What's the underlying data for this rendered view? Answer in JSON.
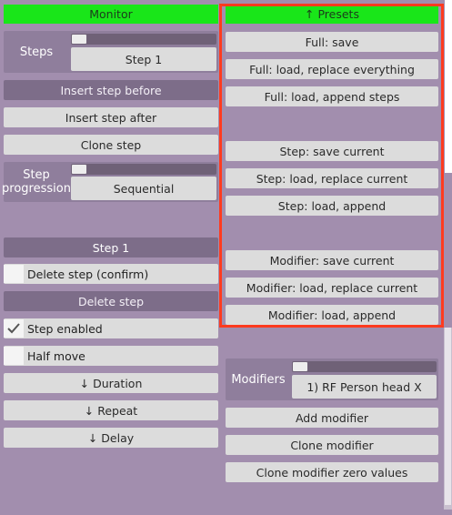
{
  "left": {
    "monitor_header": "Monitor",
    "steps": {
      "label": "Steps",
      "value": "Step 1"
    },
    "insert_before": "Insert step before",
    "insert_after": "Insert step after",
    "clone_step": "Clone step",
    "progression": {
      "label_line1": "Step",
      "label_line2": "progression",
      "value": "Sequential"
    },
    "step_title": "Step 1",
    "delete_confirm": "Delete step (confirm)",
    "delete_step": "Delete step",
    "step_enabled": "Step enabled",
    "half_move": "Half move",
    "duration": "↓ Duration",
    "repeat": "↓ Repeat",
    "delay": "↓ Delay"
  },
  "right": {
    "presets_header": "↑ Presets",
    "full_save": "Full: save",
    "full_load_replace": "Full: load, replace everything",
    "full_load_append": "Full: load, append steps",
    "step_save": "Step: save current",
    "step_load_replace": "Step: load, replace current",
    "step_load_append": "Step: load, append",
    "modifier_save": "Modifier: save current",
    "modifier_load_replace": "Modifier: load, replace current",
    "modifier_load_append": "Modifier: load, append",
    "modifiers": {
      "label": "Modifiers",
      "value": "1) RF Person head X"
    },
    "add_modifier": "Add modifier",
    "clone_modifier": "Clone modifier",
    "clone_modifier_zero": "Clone modifier zero values"
  },
  "icons": {
    "check": "check-icon"
  },
  "colors": {
    "accent_green": "#19e619",
    "highlight_red": "#ff3b1f"
  }
}
